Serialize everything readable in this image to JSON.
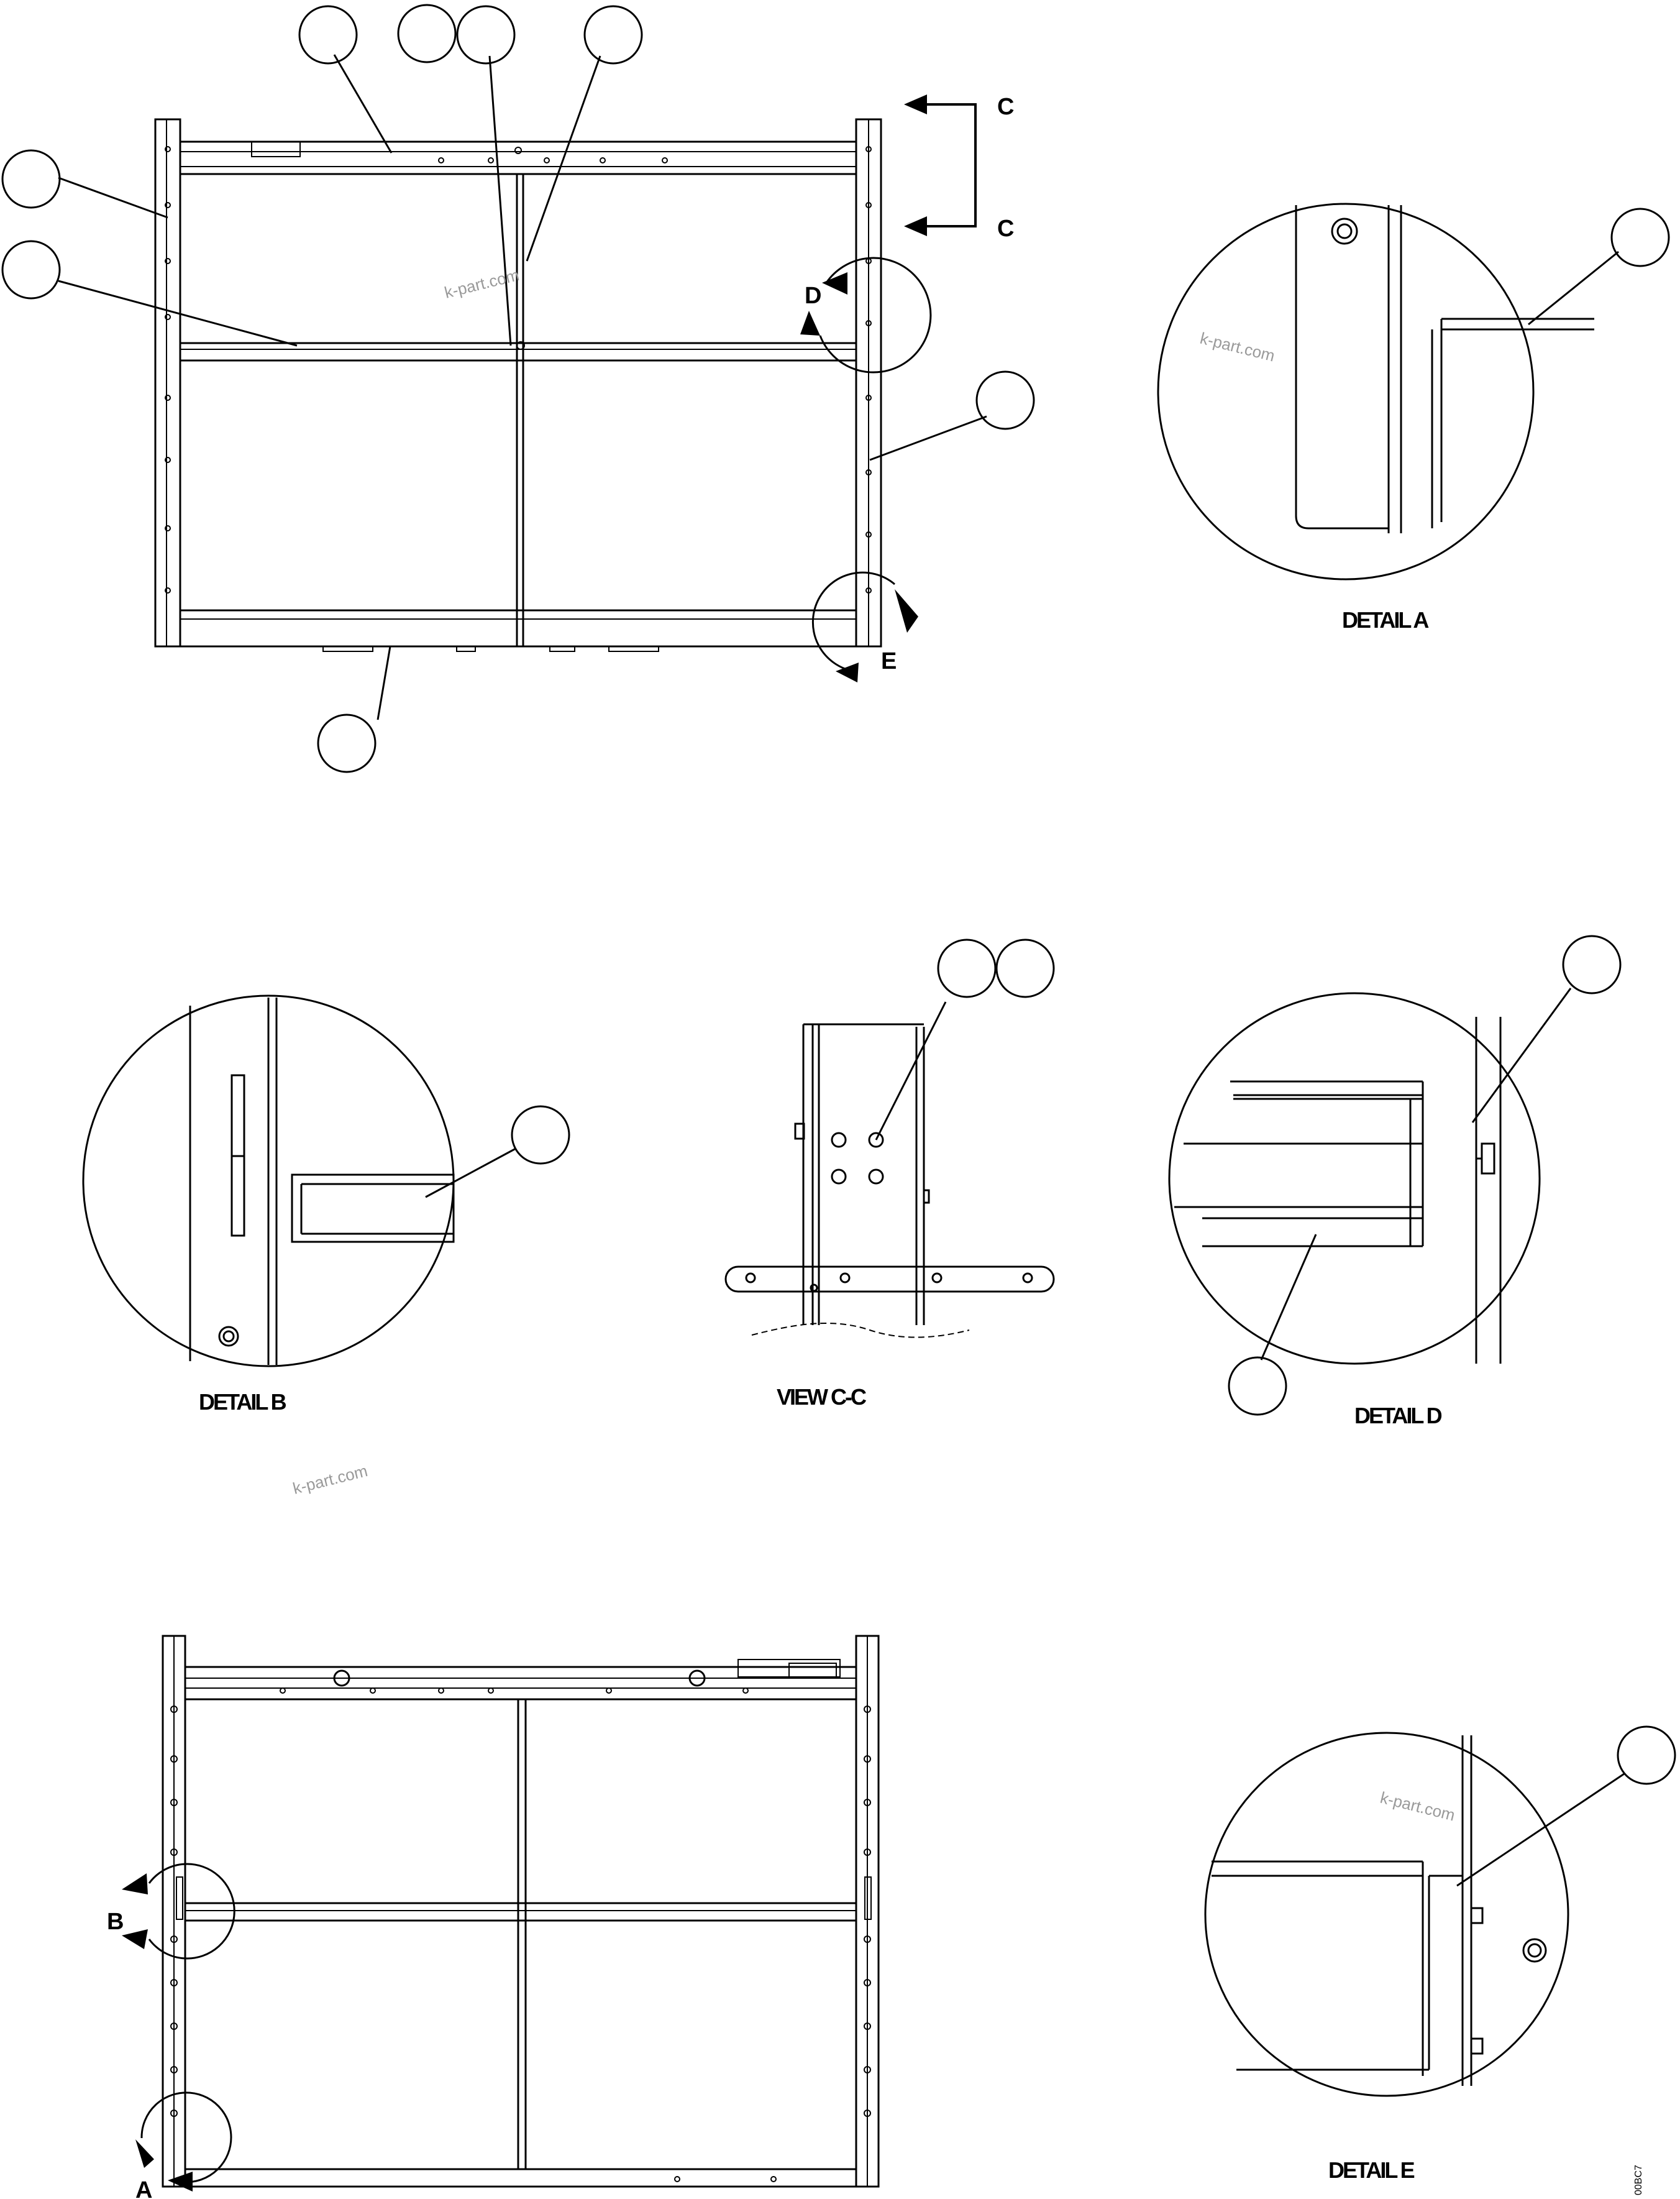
{
  "watermark": "k-part.com",
  "section_marks": {
    "c_top": "C",
    "c_bottom": "C",
    "d": "D",
    "e": "E",
    "b": "B",
    "a": "A"
  },
  "captions": {
    "detail_a": "DETAIL A",
    "detail_b": "DETAIL B",
    "view_cc": "VIEW C-C",
    "detail_d": "DETAIL D",
    "detail_e": "DETAIL E"
  },
  "drawing_code": "00BC7"
}
